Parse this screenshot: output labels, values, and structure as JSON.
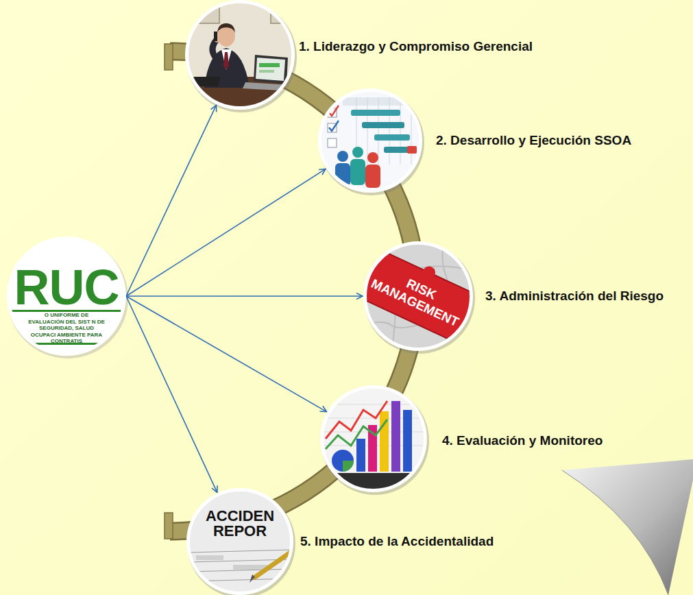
{
  "diagram": {
    "nodes": [
      {
        "text": [
          "RUC",
          "O UNIFORME DE EVALUACIÓN DEL SIST N DE SEGURIDAD, SALUD OCUPACI AMBIENTE PARA CONTRATIS"
        ]
      },
      {
        "text": [
          "1. Liderazgo y Compromiso Gerencial"
        ]
      },
      {
        "text": [
          "2. Desarrollo y Ejecución SSOA"
        ]
      },
      {
        "text": [
          "RISK MANAGEMENT",
          "3. Administración del Riesgo"
        ]
      },
      {
        "text": [
          "4. Evaluación y Monitoreo"
        ]
      },
      {
        "text": [
          "ACCIDEN REPOR",
          "5. Impacto de la Accidentalidad"
        ]
      }
    ],
    "edges": [
      {
        "from": 0,
        "to": 1,
        "arrow": "to"
      },
      {
        "from": 0,
        "to": 2,
        "arrow": "to"
      },
      {
        "from": 0,
        "to": 3,
        "arrow": "to"
      },
      {
        "from": 0,
        "to": 4,
        "arrow": "to"
      },
      {
        "from": 0,
        "to": 5,
        "arrow": "to"
      }
    ]
  }
}
